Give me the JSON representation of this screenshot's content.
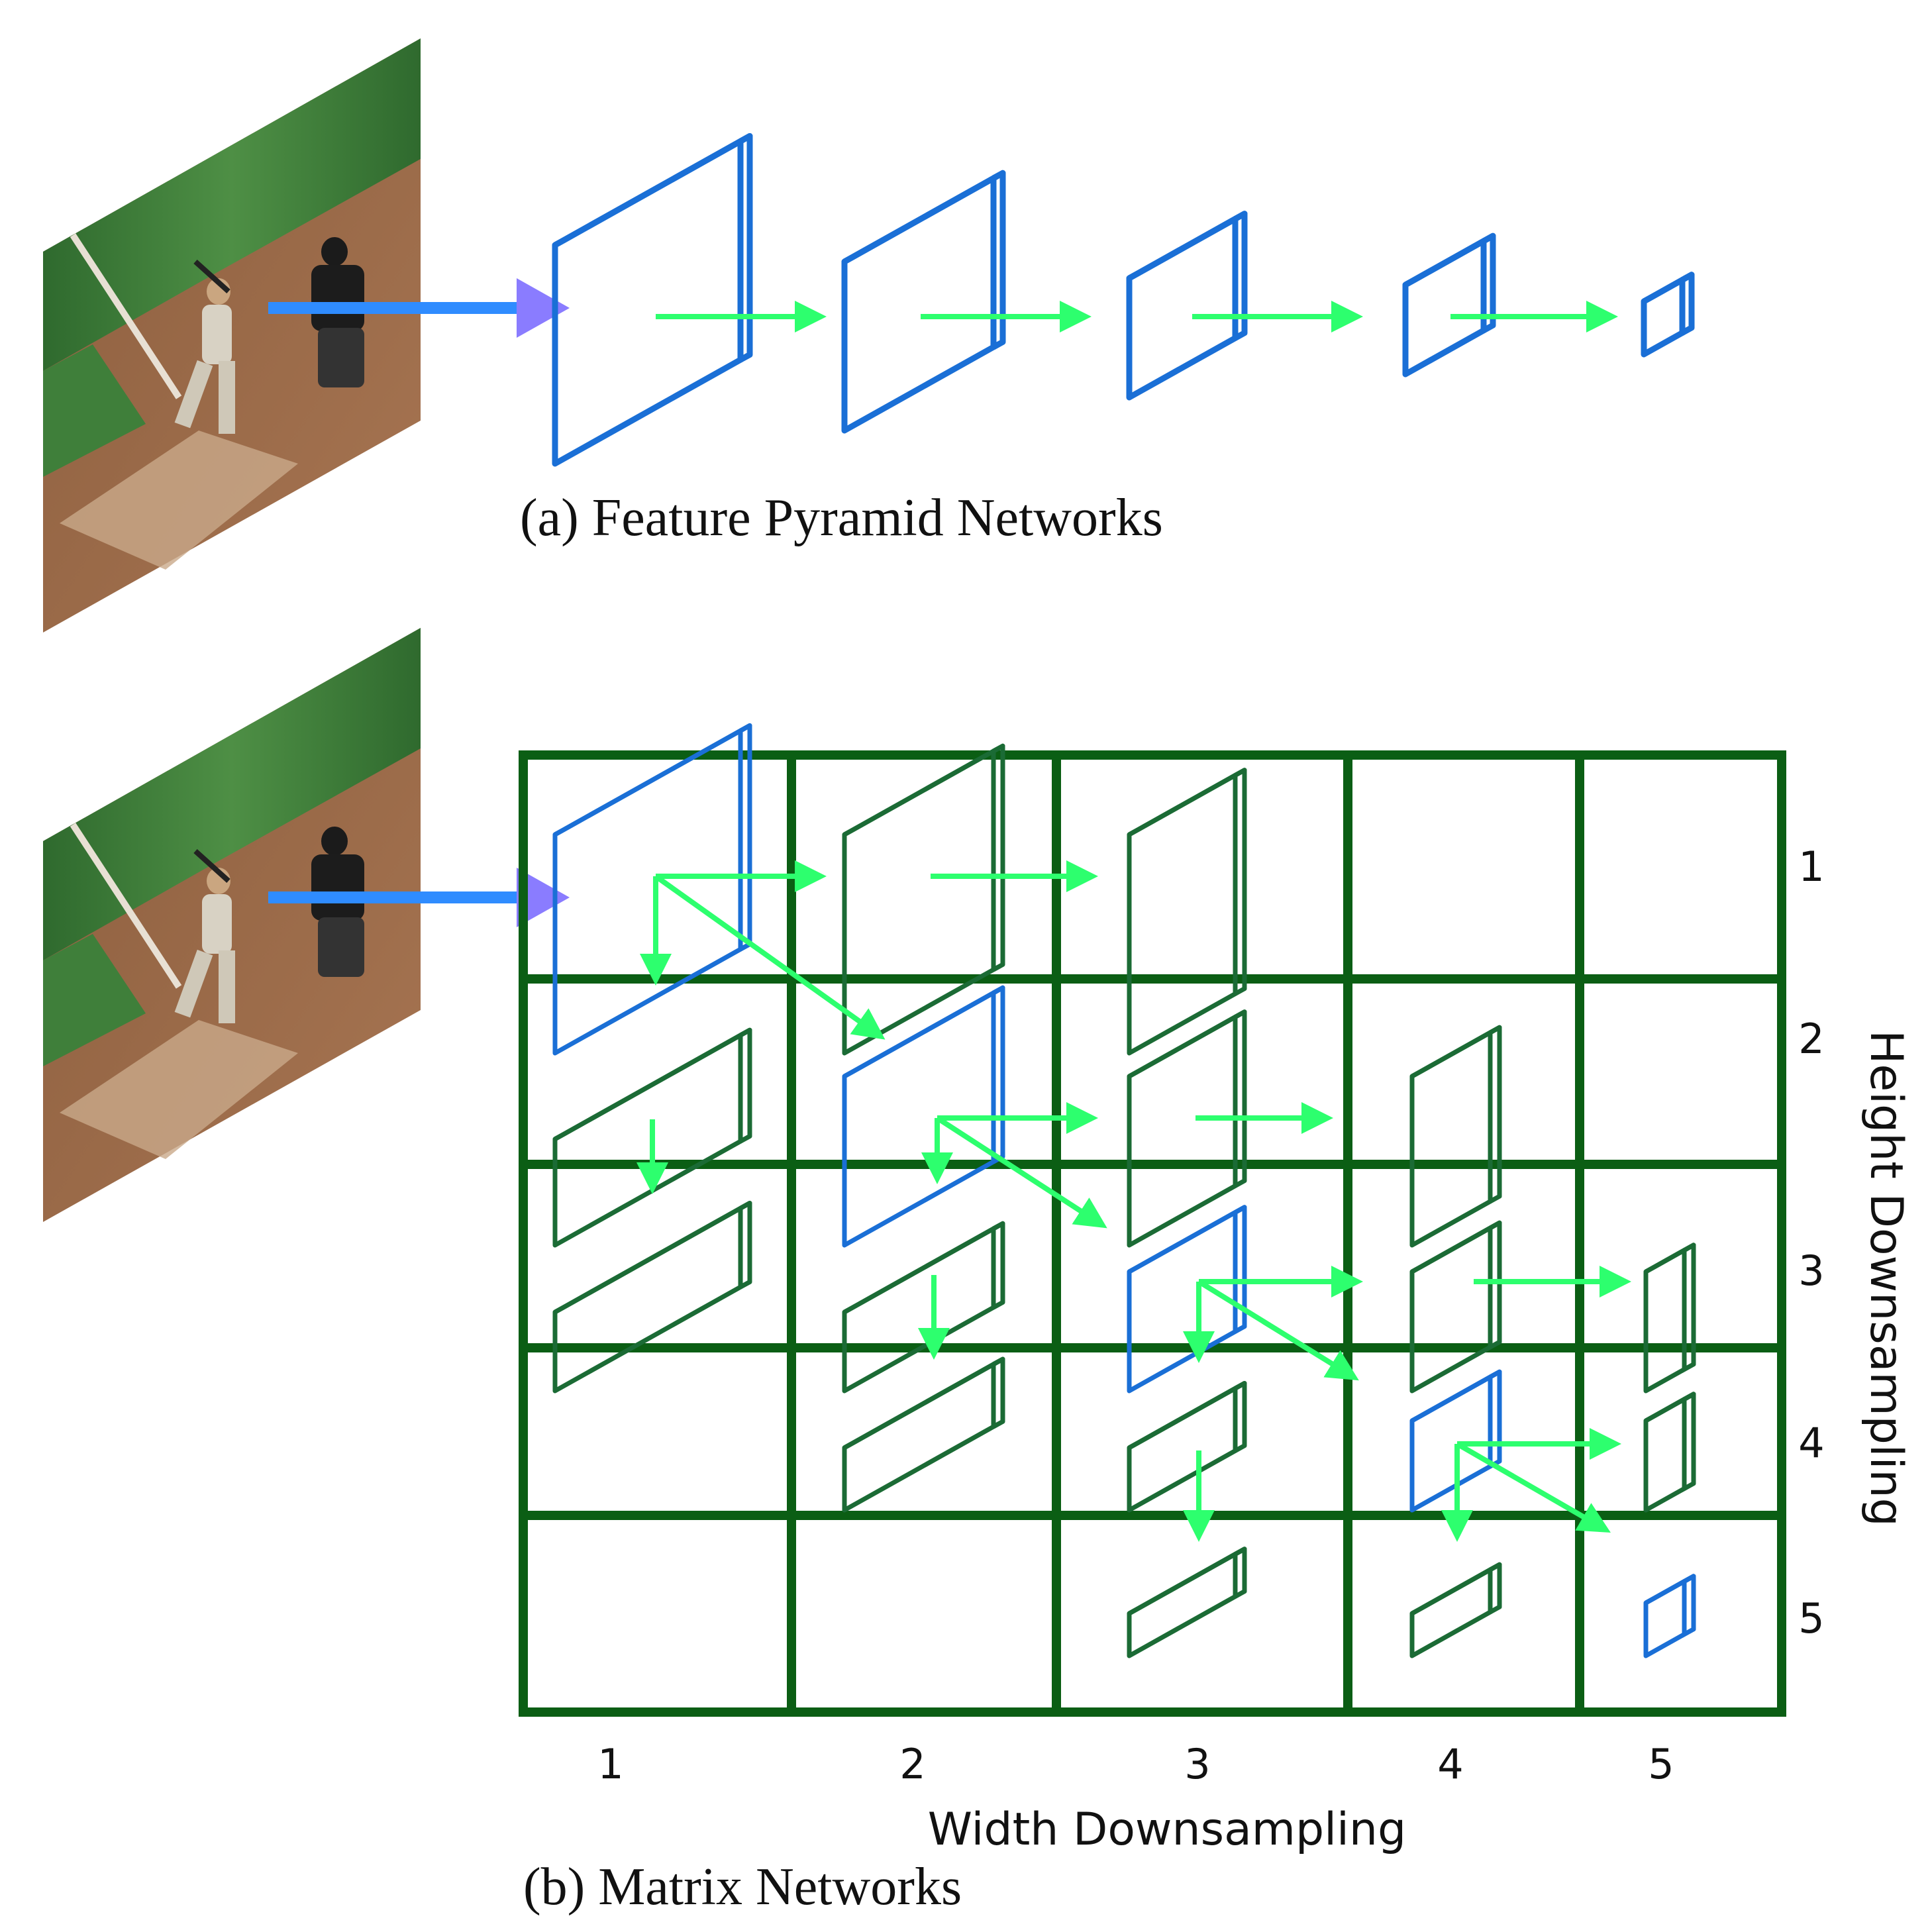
{
  "captions": {
    "a": "(a) Feature Pyramid Networks",
    "b": "(b) Matrix Networks"
  },
  "axes": {
    "x_title": "Width Downsampling",
    "y_title": "Height Downsampling",
    "x_ticks": [
      "1",
      "2",
      "3",
      "4",
      "5"
    ],
    "y_ticks": [
      "1",
      "2",
      "3",
      "4",
      "5"
    ]
  },
  "colors": {
    "layer_blue": "#1a6fd6",
    "layer_green": "#1b6b35",
    "grid_green": "#0b5e14",
    "arrow_green": "#2dff6e",
    "input_arrow": "#2f8cff",
    "input_arrow_head": "#8a7cff",
    "field_grass": "#3b7a3a",
    "field_dirt": "#9a6a48"
  },
  "image": {
    "description_icon": "baseball-scene-image"
  }
}
